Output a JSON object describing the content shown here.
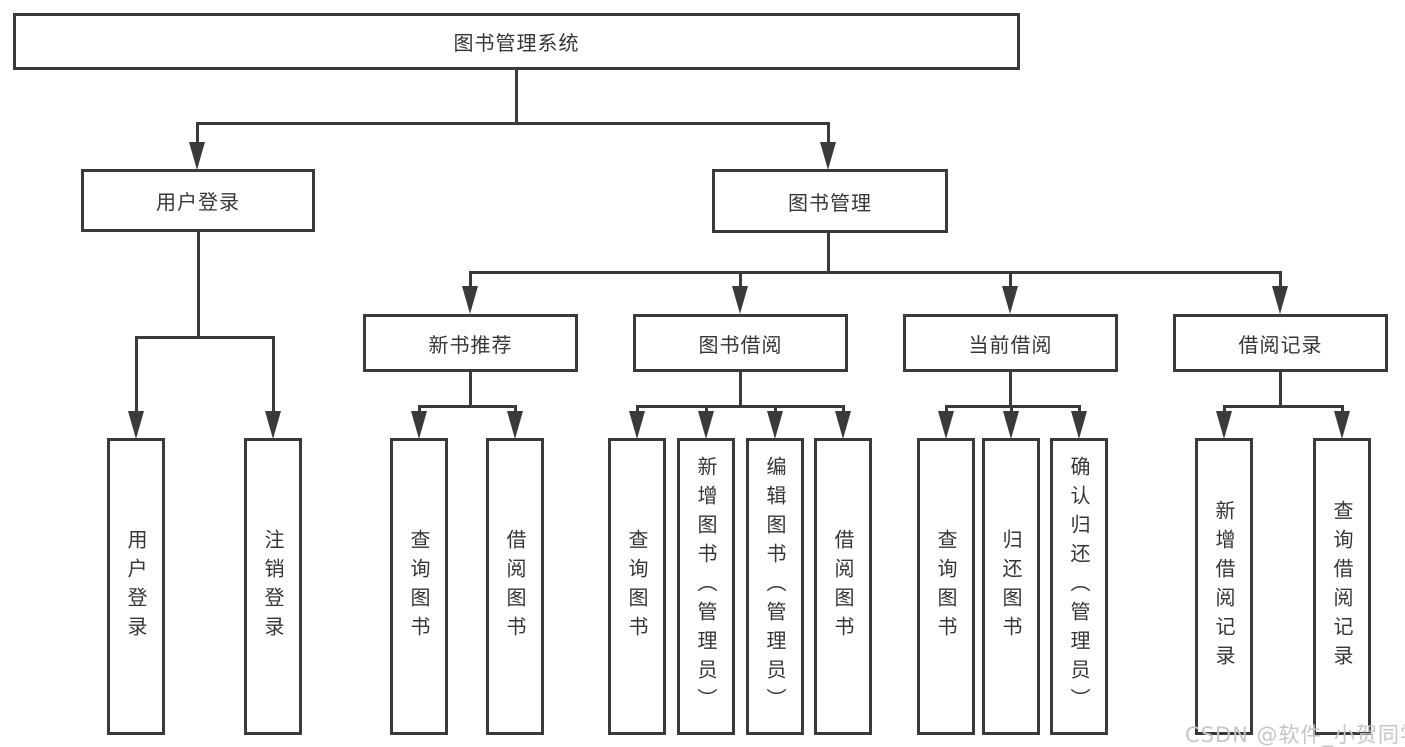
{
  "diagram": {
    "root": {
      "label": "图书管理系统"
    },
    "level2": [
      {
        "label": "用户登录"
      },
      {
        "label": "图书管理"
      }
    ],
    "level3": [
      {
        "label": "新书推荐"
      },
      {
        "label": "图书借阅"
      },
      {
        "label": "当前借阅"
      },
      {
        "label": "借阅记录"
      }
    ],
    "leaves": {
      "user_login": [
        "用户登录",
        "注销登录"
      ],
      "new_book_recommend": [
        "查询图书",
        "借阅图书"
      ],
      "book_borrow": [
        "查询图书",
        "新增图书（管理员）",
        "编辑图书（管理员）",
        "借阅图书"
      ],
      "current_borrow": [
        "查询图书",
        "归还图书",
        "确认归还（管理员）"
      ],
      "borrow_record": [
        "新增借阅记录",
        "查询借阅记录"
      ]
    }
  },
  "watermark": {
    "text": "CSDN @软件_小贺同学"
  },
  "colors": {
    "line": "#3a3a3a",
    "text": "#363636",
    "watermark": "#c6c6c6",
    "background": "#ffffff"
  }
}
